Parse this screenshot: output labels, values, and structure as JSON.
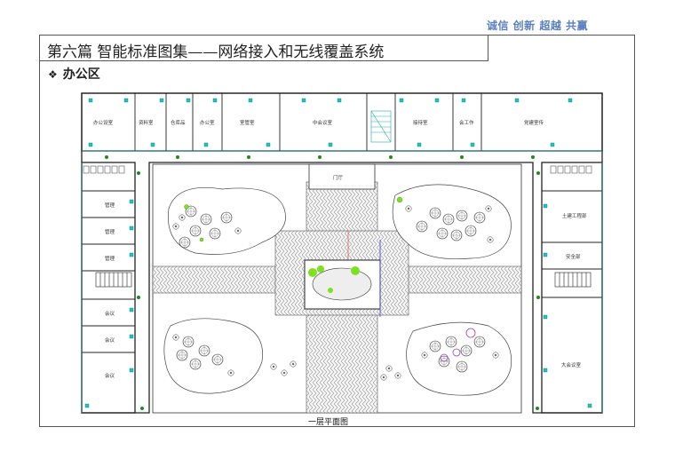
{
  "header": {
    "slogan": "诚信  创新  超越  共赢",
    "title": "第六篇    智能标准图集——网络接入和无线覆盖系统",
    "section_bullet": "❖",
    "section": "办公区"
  },
  "plan": {
    "caption": "一层平面图",
    "rooms_top": [
      "办公设室",
      "资料室",
      "仓库品",
      "办公室",
      "室管室",
      "中会议室",
      "接待室",
      "会工作",
      "党建室传"
    ],
    "rooms_left": [
      "管理",
      "管理",
      "管理",
      "会议",
      "会议",
      "会议"
    ],
    "rooms_right": [
      "土建工程部",
      "安全部",
      "大会议室"
    ],
    "hall": "门厅",
    "colors": {
      "wall": "#222222",
      "cyan": "#19c6c6",
      "green": "#1d8a1d",
      "purple": "#9a3bc2",
      "lime": "#7de020"
    }
  }
}
